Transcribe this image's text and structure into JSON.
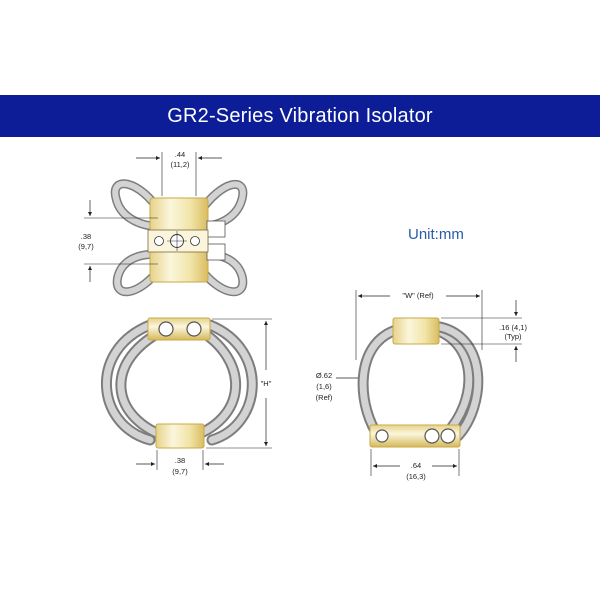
{
  "title": "GR2-Series Vibration Isolator",
  "unit": "Unit:mm",
  "top_view": {
    "width_dim": {
      "inch": ".44",
      "mm": "(11,2)"
    },
    "height_dim": {
      "inch": ".38",
      "mm": "(9,7)"
    }
  },
  "front_view": {
    "height_dim": "\"H\"",
    "bar_dim": {
      "inch": ".38",
      "mm": "(9,7)"
    }
  },
  "side_view": {
    "width_dim": "\"W\" (Ref)",
    "clamp_dim": {
      "inch": ".16 (4,1)",
      "note": "(Typ)"
    },
    "wire_dim": {
      "inch": "Ø.62",
      "mm": "(1,6)",
      "note": "(Ref)"
    },
    "base_dim": {
      "inch": ".64",
      "mm": "(16,3)"
    }
  },
  "colors": {
    "banner": "#0d1d97",
    "unit_text": "#2a5aa8",
    "bar_fill": "#f1e6b0",
    "bar_stroke": "#c8aa48",
    "wire_outer": "#7d7d7d",
    "wire_inner": "#d3d3d3"
  }
}
